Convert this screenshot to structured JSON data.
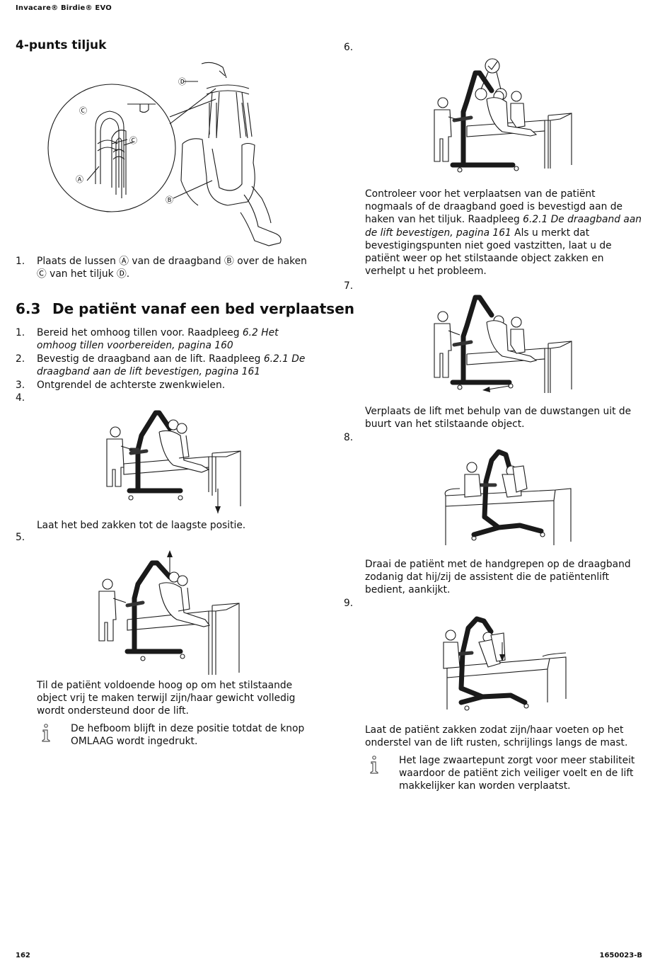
{
  "header": {
    "product": "Invacare® Birdie® EVO"
  },
  "footer": {
    "page_number": "162",
    "doc_code": "1650023-B"
  },
  "left": {
    "section_4pt": {
      "heading": "4-punts tiljuk",
      "figure_labels": {
        "a": "Ⓐ",
        "b": "Ⓑ",
        "c": "Ⓒ",
        "d": "Ⓓ"
      },
      "step1": {
        "num": "1.",
        "line1": "Plaats de lussen Ⓐ van de draagband Ⓑ over de haken",
        "line2": "Ⓒ van het tiljuk Ⓓ."
      }
    },
    "section_63": {
      "number": "6.3",
      "title": "De patiënt vanaf een bed verplaatsen",
      "steps": [
        {
          "num": "1.",
          "text": "Bereid het omhoog tillen voor.  Raadpleeg ",
          "ref": "6.2 Het omhoog tillen voorbereiden, pagina 160"
        },
        {
          "num": "2.",
          "text": "Bevestig de draagband aan de lift.  Raadpleeg ",
          "ref": "6.2.1 De draagband aan de lift bevestigen, pagina 161"
        },
        {
          "num": "3.",
          "text": "Ontgrendel de achterste zwenkwielen.",
          "ref": ""
        },
        {
          "num": "4.",
          "text": "",
          "ref": ""
        }
      ],
      "step4_text": "Laat het bed zakken tot de laagste positie.",
      "step5": {
        "num": "5.",
        "text": "Til de patiënt voldoende hoog op om het stilstaande object vrij te maken terwijl zijn/haar gewicht volledig wordt ondersteund door de lift."
      },
      "note": {
        "icon": "info-icon",
        "text": "De hefboom blijft in deze positie totdat de knop OMLAAG wordt ingedrukt."
      }
    }
  },
  "right": {
    "step6": {
      "num": "6.",
      "text_a": "Controleer voor het verplaatsen van de patiënt nogmaals of de draagband goed is bevestigd aan de haken van het tiljuk.  Raadpleeg ",
      "ref": "6.2.1 De draagband aan de lift bevestigen, pagina 161",
      "text_b": "  Als u merkt dat bevestigingspunten niet goed vastzitten, laat u de patiënt weer op het stilstaande object zakken en verhelpt u het probleem."
    },
    "step7": {
      "num": "7.",
      "text": "Verplaats de lift met behulp van de duwstangen uit de buurt van het stilstaande object."
    },
    "step8": {
      "num": "8.",
      "text": "Draai de patiënt met de handgrepen op de draagband zodanig dat hij/zij de assistent die de patiëntenlift bedient, aankijkt."
    },
    "step9": {
      "num": "9.",
      "text": "Laat de patiënt zakken zodat zijn/haar voeten op het onderstel van de lift rusten, schrijlings langs de mast."
    },
    "note": {
      "icon": "info-icon",
      "text": "Het lage zwaartepunt zorgt voor meer stabiliteit waardoor de patiënt zich veiliger voelt en de lift makkelijker kan worden verplaatst."
    },
    "check_symbol": "✔"
  }
}
